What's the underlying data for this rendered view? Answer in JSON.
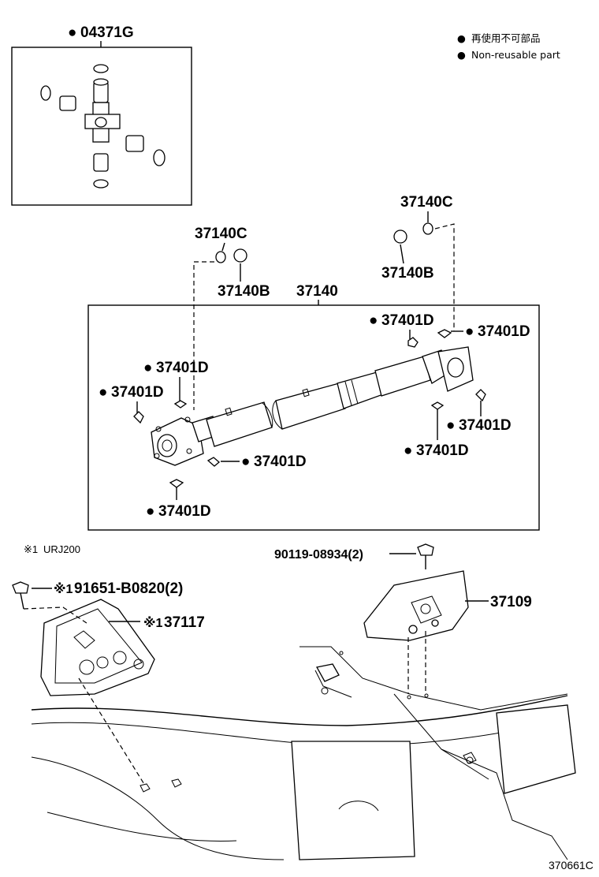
{
  "legend": {
    "symbol": "●",
    "line_jp": "再使用不可部品",
    "line_en": "Non-reusable part"
  },
  "labels": {
    "spider_kit": "04371G",
    "nut_left": "37140C",
    "nut_left_b": "37140B",
    "shaft": "37140",
    "nut_right": "37140C",
    "nut_right_b": "37140B",
    "clip": "37401D",
    "bolt_right": "90119-08934(2)",
    "bracket_right": "37109",
    "note_mark": "※1",
    "note_text": "URJ200",
    "bolt_left": "91651-B0820(2)",
    "bracket_left": "37117"
  },
  "footer": {
    "code": "370661C"
  }
}
